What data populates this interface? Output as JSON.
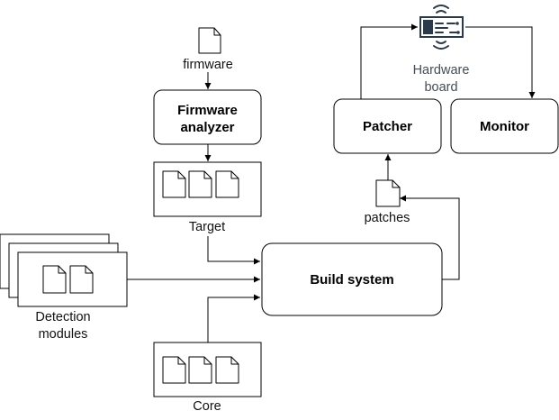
{
  "nodes": {
    "firmware": {
      "label": "firmware"
    },
    "firmware_analyzer": {
      "line1": "Firmware",
      "line2": "analyzer"
    },
    "target": {
      "label": "Target"
    },
    "detection_modules": {
      "line1": "Detection",
      "line2": "modules"
    },
    "core": {
      "label": "Core"
    },
    "build_system": {
      "label": "Build system"
    },
    "patches": {
      "label": "patches"
    },
    "patcher": {
      "label": "Patcher"
    },
    "monitor": {
      "label": "Monitor"
    },
    "hardware_board": {
      "line1": "Hardware",
      "line2": "board",
      "icon": "circuit-board-icon"
    }
  },
  "colors": {
    "stroke": "#000000",
    "hardware_icon": "#2b3a4a",
    "hardware_text": "#444d56"
  }
}
